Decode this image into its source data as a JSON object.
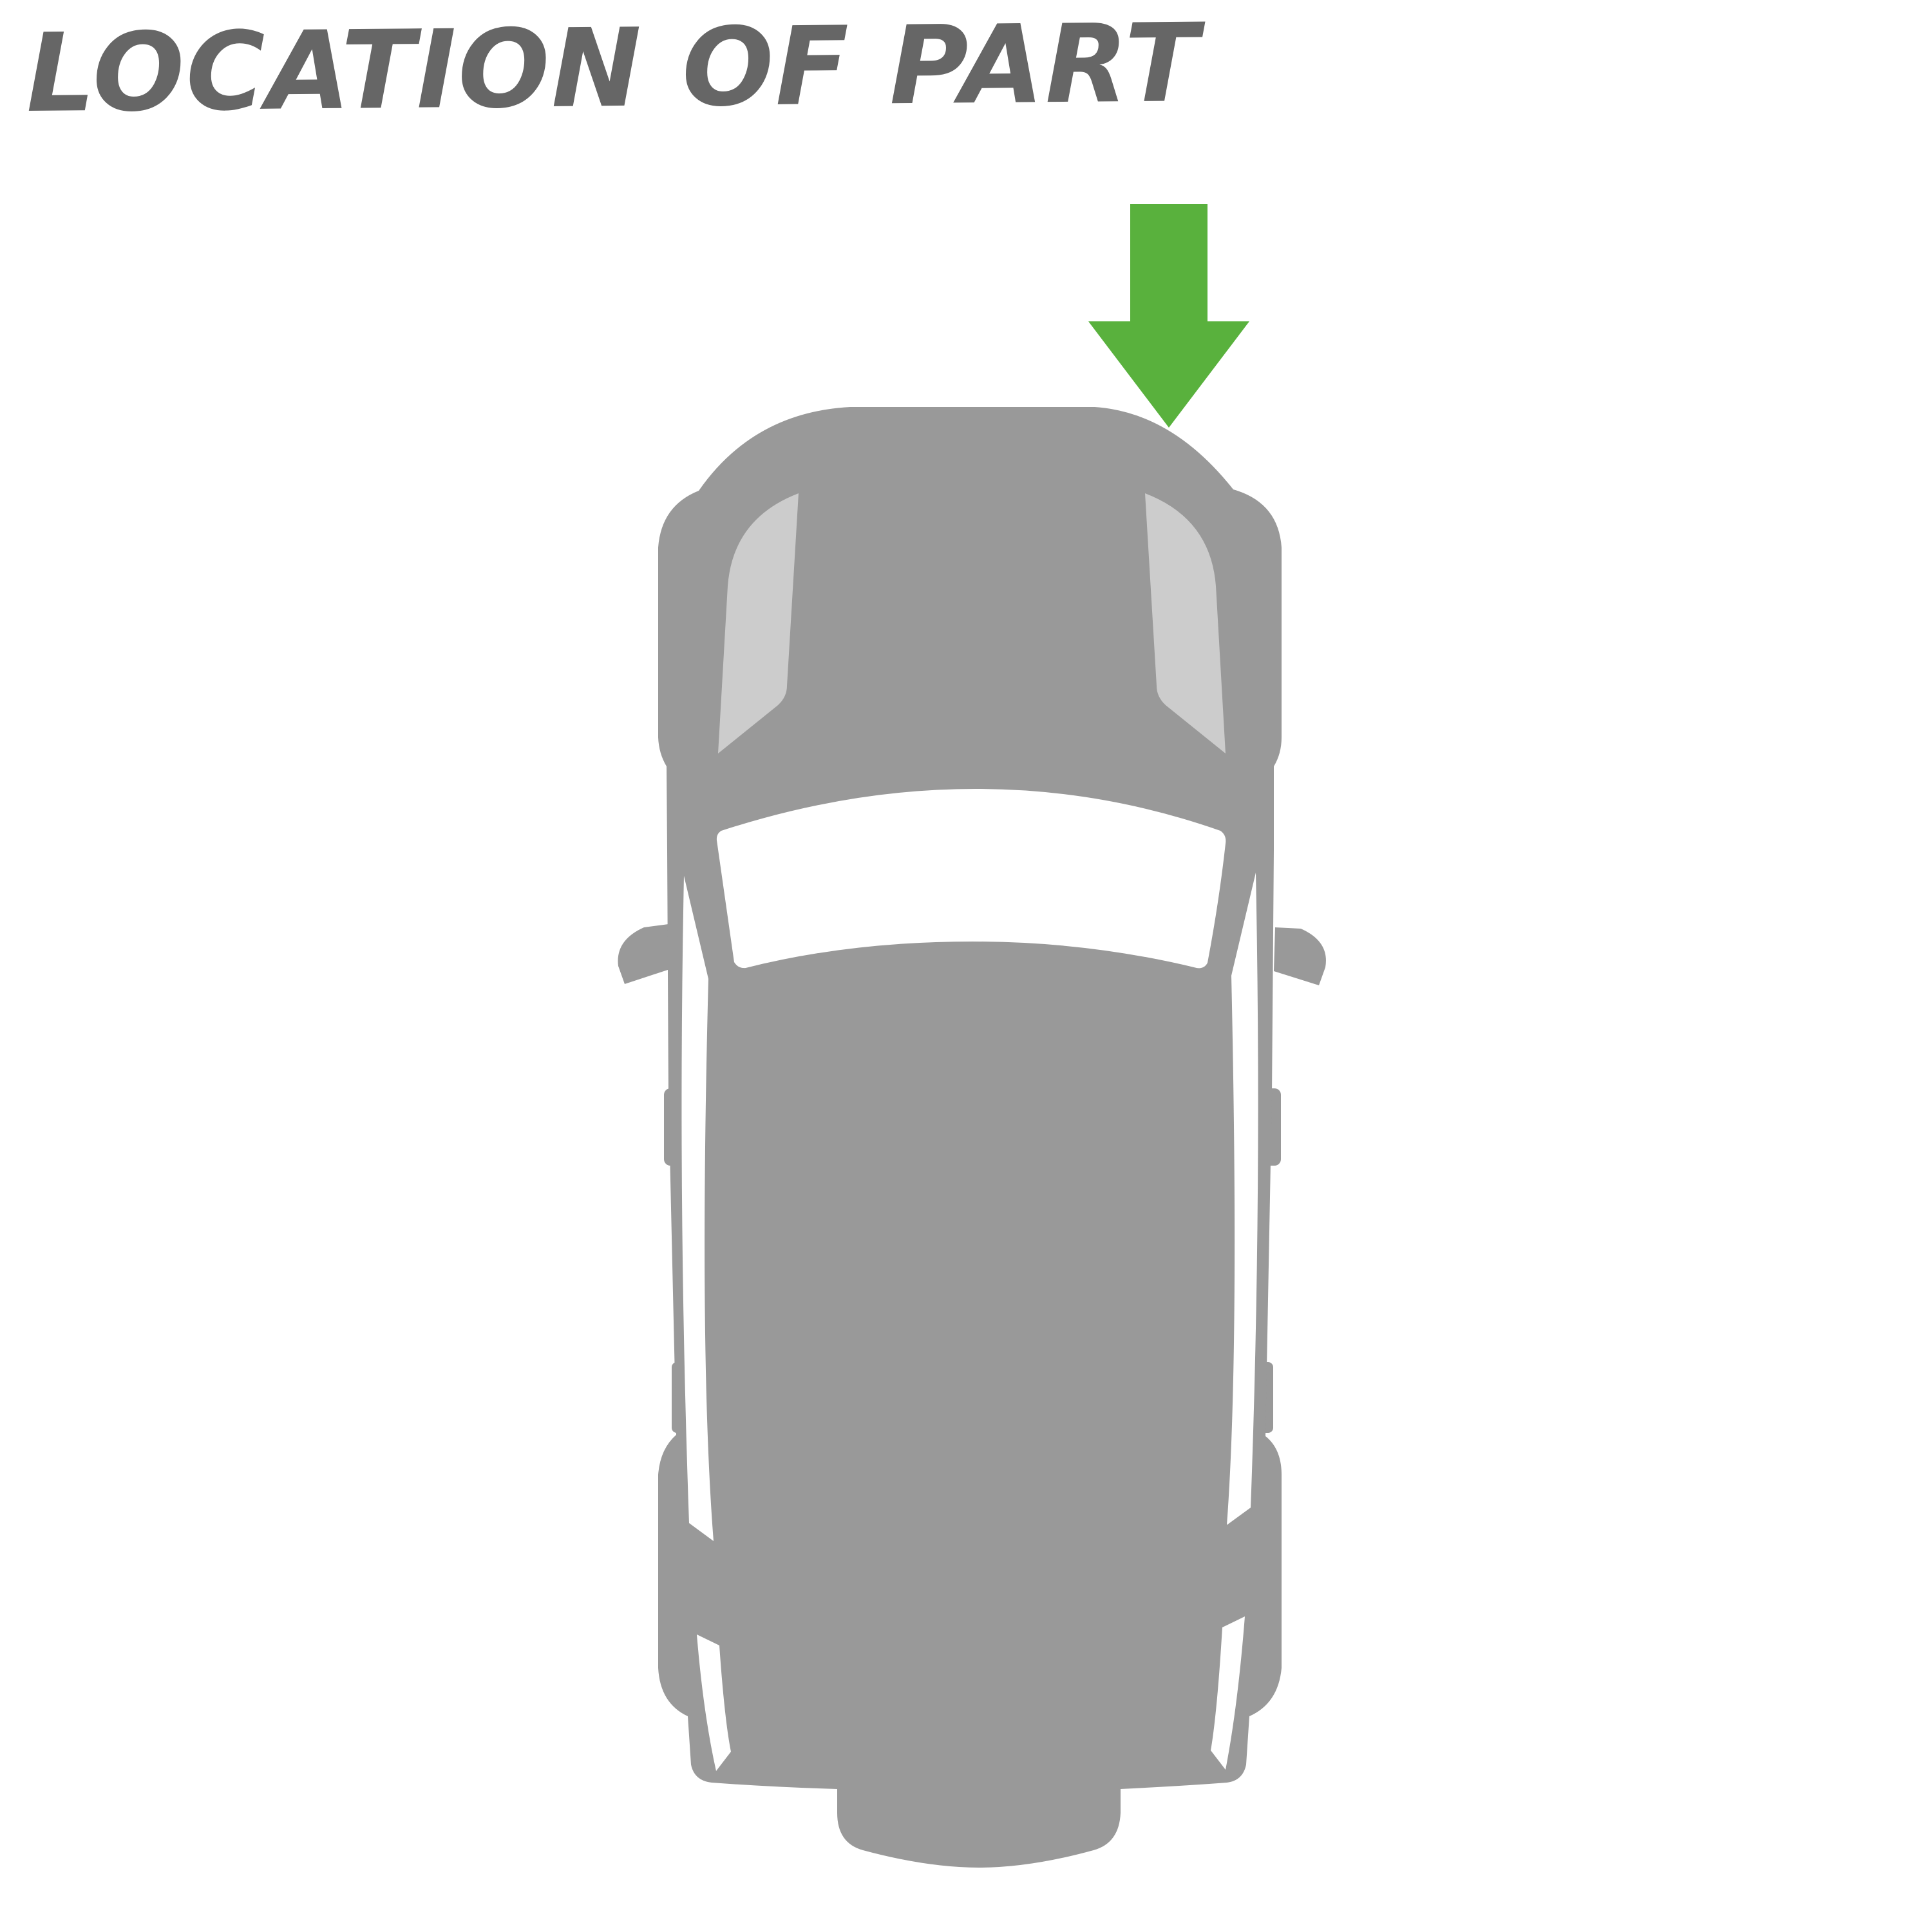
{
  "title": "LOCATION OF PART",
  "colors": {
    "heading": "#666666",
    "car_body": "#999999",
    "windows": "#cccccc",
    "glass_white": "#ffffff",
    "indicator_arrow": "#59b13d"
  },
  "diagram": {
    "view": "top view of pickup truck",
    "indicator": "arrow pointing down at front right corner of truck"
  }
}
